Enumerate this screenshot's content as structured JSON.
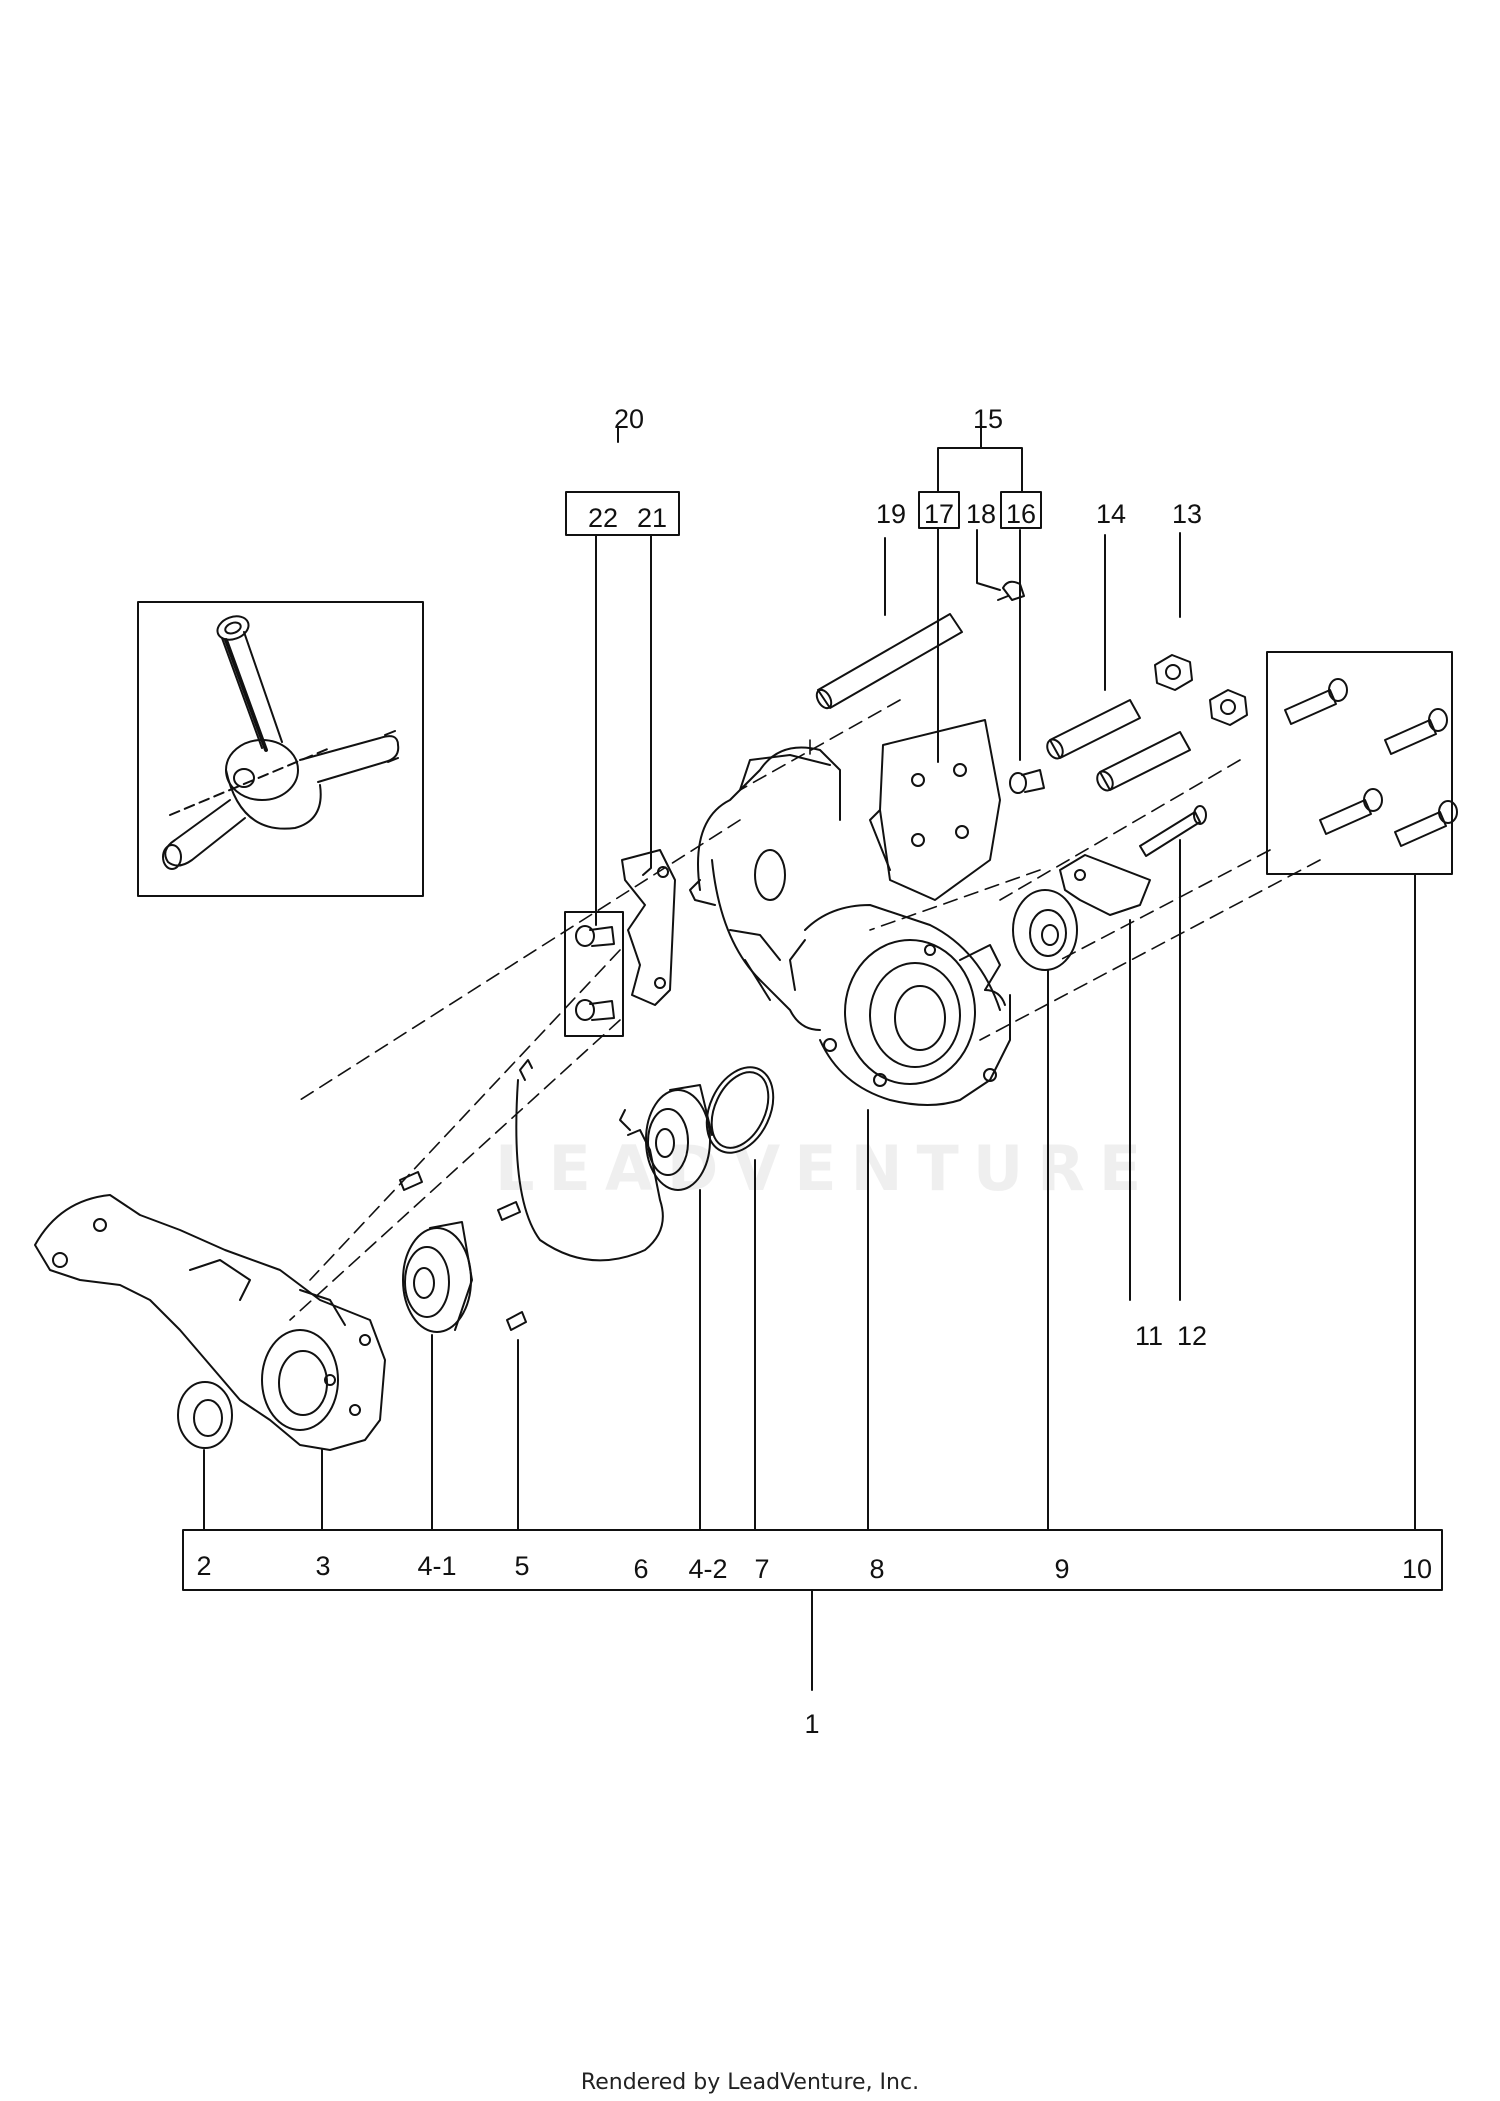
{
  "watermark": "LEADVENTURE",
  "footer": "Rendered by LeadVenture, Inc.",
  "labels": {
    "p1": "1",
    "p2": "2",
    "p3": "3",
    "p4_1": "4-1",
    "p5": "5",
    "p6": "6",
    "p4_2": "4-2",
    "p7": "7",
    "p8": "8",
    "p9": "9",
    "p10": "10",
    "p11": "11",
    "p12": "12",
    "p13": "13",
    "p14": "14",
    "p15": "15",
    "p16": "16",
    "p17": "17",
    "p18": "18",
    "p19": "19",
    "p20": "20",
    "p21": "21",
    "p22": "22"
  }
}
